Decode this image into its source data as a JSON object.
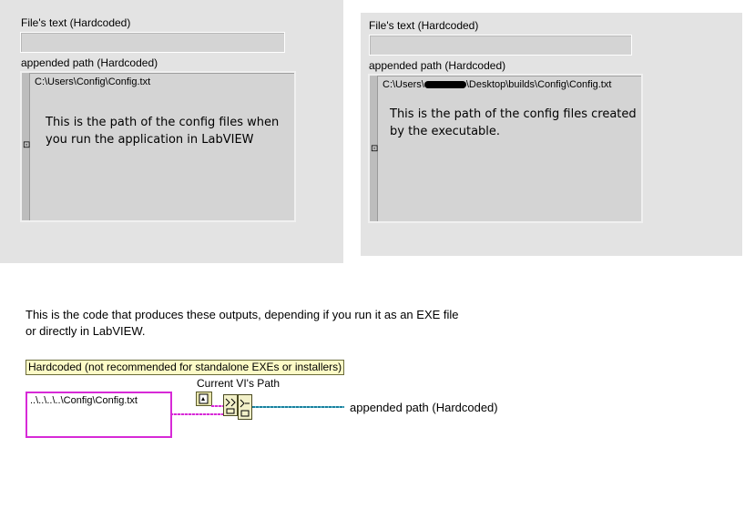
{
  "left_panel": {
    "file_text_label": "File's text (Hardcoded)",
    "appended_label": "appended path (Hardcoded)",
    "path_value": "C:\\Users\\Config\\Config.txt",
    "note_line1": "This is the path of the config files when",
    "note_line2": "you run the application in LabVIEW"
  },
  "right_panel": {
    "file_text_label": "File's text (Hardcoded)",
    "appended_label": "appended path (Hardcoded)",
    "path_prefix": "C:\\Users\\",
    "path_suffix": "\\Desktop\\builds\\Config\\Config.txt",
    "note_line1": "This is the path of the config files created",
    "note_line2": "by the executable."
  },
  "description": {
    "line1": "This is the code that produces these outputs, depending if you run it as an EXE file",
    "line2": "or directly in LabVIEW."
  },
  "diagram": {
    "comment": "Hardcoded (not recommended for standalone EXEs or installers)",
    "path_constant": "..\\..\\..\\..\\Config\\Config.txt",
    "current_vi_label": "Current VI's Path",
    "indicator_label": "appended path (Hardcoded)"
  },
  "colors": {
    "path_wire": "#d72ad7",
    "path_wire_blue": "#1a7f9c",
    "comment_bg": "#fdfbc7",
    "panel_bg": "#e3e3e3"
  }
}
